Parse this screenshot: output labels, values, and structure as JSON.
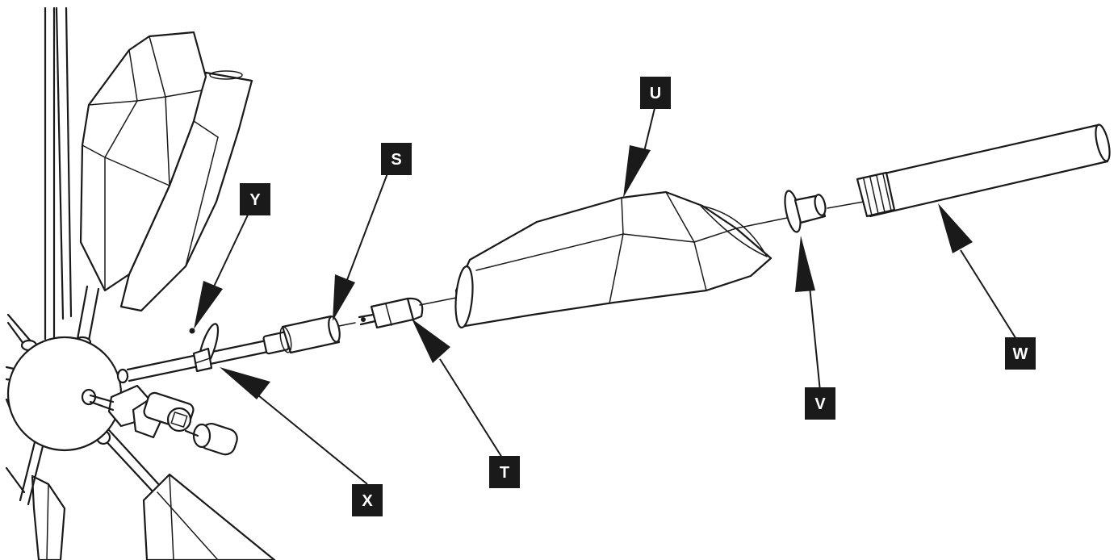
{
  "diagram": {
    "callouts": [
      {
        "id": "label-S",
        "text": "S"
      },
      {
        "id": "label-Y",
        "text": "Y"
      },
      {
        "id": "label-U",
        "text": "U"
      },
      {
        "id": "label-T",
        "text": "T"
      },
      {
        "id": "label-X",
        "text": "X"
      },
      {
        "id": "label-V",
        "text": "V"
      },
      {
        "id": "label-W",
        "text": "W"
      }
    ]
  }
}
